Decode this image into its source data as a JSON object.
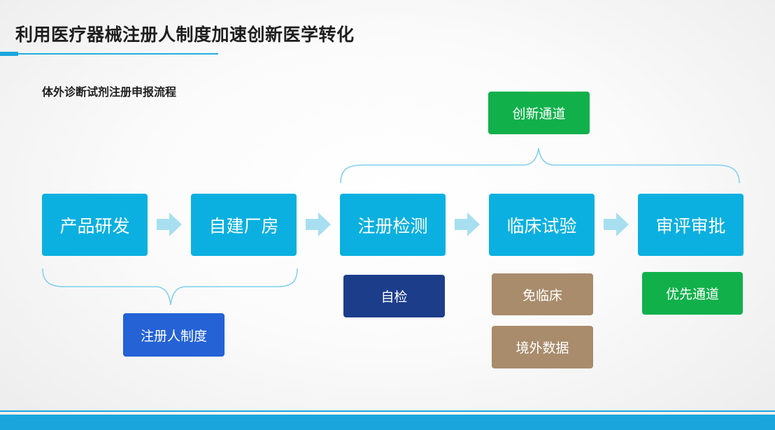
{
  "title": "利用医疗器械注册人制度加速创新医学转化",
  "subtitle": "体外诊断试剂注册申报流程",
  "steps": [
    {
      "label": "产品研发"
    },
    {
      "label": "自建厂房"
    },
    {
      "label": "注册检测"
    },
    {
      "label": "临床试验"
    },
    {
      "label": "审评审批"
    }
  ],
  "top_tag": "创新通道",
  "bottom_tags": {
    "registrant_system": "注册人制度",
    "self_test": "自检",
    "clinical_exempt": "免临床",
    "overseas_data": "境外数据",
    "priority_channel": "优先通道"
  },
  "colors": {
    "step": "#0bb0e0",
    "green": "#11b04b",
    "navy": "#1c3d8a",
    "brown": "#a88c6c",
    "blue": "#2462d6",
    "arrow": "#a7dff0",
    "accent": "#1aa6dc"
  }
}
